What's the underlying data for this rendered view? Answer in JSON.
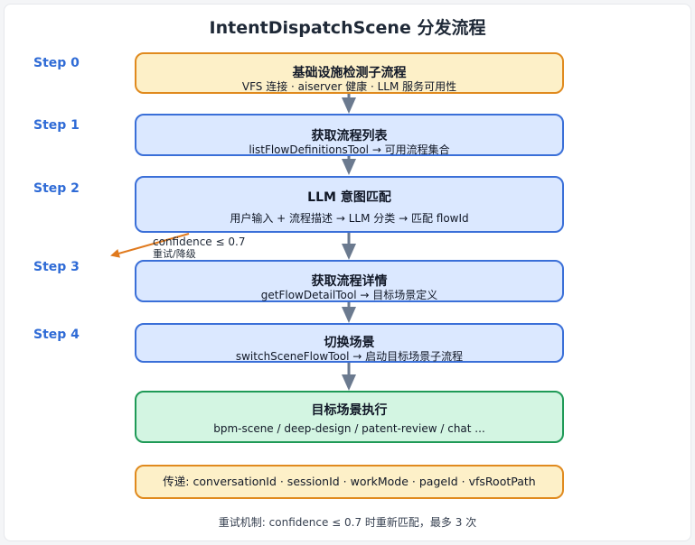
{
  "title": "IntentDispatchScene 分发流程",
  "steps": [
    "Step 0",
    "Step 1",
    "Step 2",
    "Step 3",
    "Step 4"
  ],
  "boxes": {
    "infra": {
      "title": "基础设施检测子流程",
      "desc": "VFS 连接 · aiserver 健康 · LLM 服务可用性"
    },
    "list": {
      "title": "获取流程列表",
      "desc": "listFlowDefinitionsTool → 可用流程集合"
    },
    "match": {
      "title": "LLM 意图匹配",
      "desc": "用户输入 + 流程描述 → LLM 分类 → 匹配 flowId"
    },
    "detail": {
      "title": "获取流程详情",
      "desc": "getFlowDetailTool → 目标场景定义"
    },
    "switch": {
      "title": "切换场景",
      "desc": "switchSceneFlowTool → 启动目标场景子流程"
    },
    "exec": {
      "title": "目标场景执行",
      "desc": "bpm-scene / deep-design / patent-review / chat ..."
    },
    "pass": {
      "desc": "传递: conversationId · sessionId · workMode · pageId · vfsRootPath"
    }
  },
  "retry_note": {
    "line1": "confidence ≤ 0.7",
    "line2": "重试/降级"
  },
  "footer": "重试机制: confidence ≤ 0.7 时重新匹配，最多 3 次",
  "colors": {
    "step_label": "#2f6bd6",
    "blue_box": "#dbe8ff",
    "orange_box": "#fdf0c8",
    "green_box": "#d3f5e2",
    "arrow": "#6b7a8f",
    "retry_arrow": "#e07a1e"
  }
}
